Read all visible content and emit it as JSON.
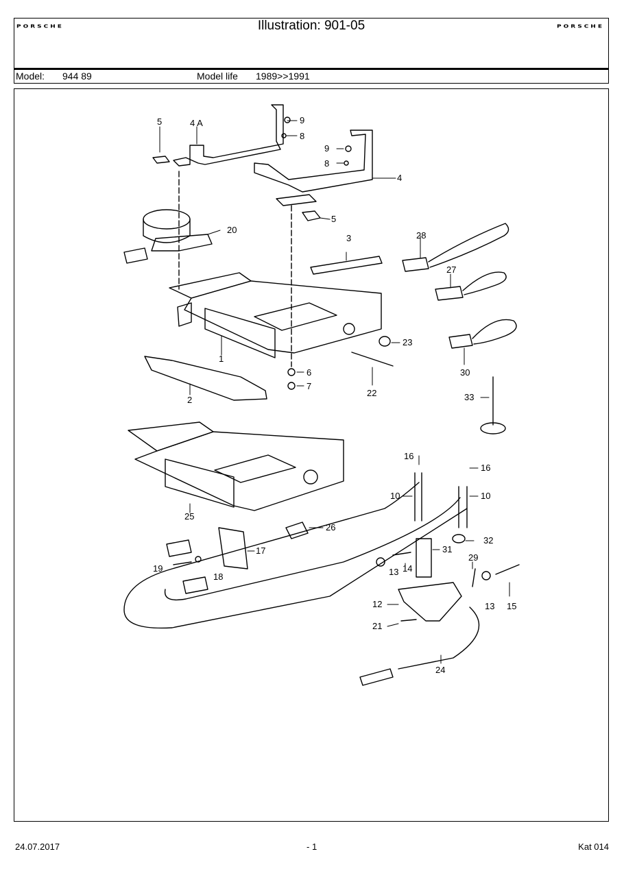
{
  "header": {
    "brand_left": "PORSCHE",
    "brand_right": "PORSCHE",
    "title": "Illustration: 901-05",
    "model_label": "Model:",
    "model_value": "944 89",
    "model_life_label": "Model life",
    "model_life_value": "1989>>1991"
  },
  "drawing": {
    "part_labels": [
      "5",
      "4 A",
      "9",
      "8",
      "9",
      "8",
      "4",
      "5",
      "20",
      "3",
      "28",
      "27",
      "1",
      "23",
      "6",
      "7",
      "22",
      "2",
      "30",
      "33",
      "16",
      "16",
      "10",
      "10",
      "25",
      "26",
      "32",
      "17",
      "31",
      "29",
      "19",
      "18",
      "13",
      "14",
      "13",
      "15",
      "12",
      "21",
      "24"
    ]
  },
  "footer": {
    "date": "24.07.2017",
    "page": "- 1",
    "catalog": "Kat 014"
  }
}
